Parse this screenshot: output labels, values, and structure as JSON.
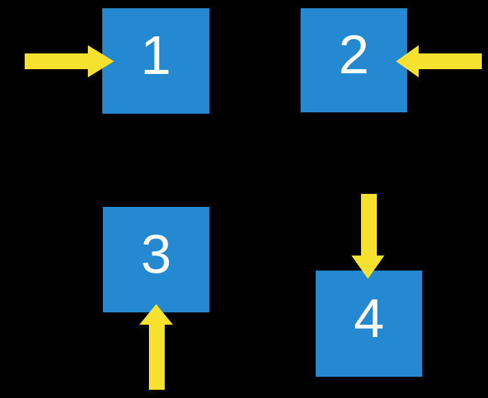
{
  "diagram": {
    "description": "Four numbered blue squares on a black background, each pointed at by a yellow block arrow",
    "squares": [
      {
        "id": 1,
        "label": "1",
        "position": "top-left"
      },
      {
        "id": 2,
        "label": "2",
        "position": "top-right"
      },
      {
        "id": 3,
        "label": "3",
        "position": "bottom-left"
      },
      {
        "id": 4,
        "label": "4",
        "position": "bottom-right"
      }
    ],
    "arrows": [
      {
        "target_square": "1",
        "direction": "right",
        "approaches_from": "left side"
      },
      {
        "target_square": "2",
        "direction": "left",
        "approaches_from": "right side"
      },
      {
        "target_square": "3",
        "direction": "up",
        "approaches_from": "below"
      },
      {
        "target_square": "4",
        "direction": "down",
        "approaches_from": "above"
      }
    ]
  },
  "colors": {
    "background": "#000000",
    "square_blue": "#2589D2",
    "arrow_yellow": "#F6E22E",
    "label_white": "#FFFFFF"
  }
}
